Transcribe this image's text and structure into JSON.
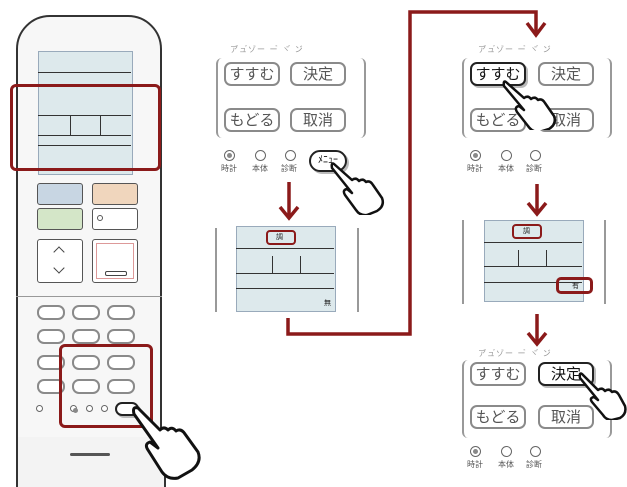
{
  "panel": {
    "btn_next": "すすむ",
    "btn_ok": "決定",
    "btn_back": "もどる",
    "btn_cancel": "取消",
    "lamp_clock": "時計",
    "lamp_unit": "本体",
    "lamp_diag": "診断",
    "menu_label": "ﾒﾆｭｰ"
  },
  "lcd": {
    "top_tag": "調",
    "value_none": "無",
    "value_yes": "有"
  },
  "colors": {
    "highlight": "#8b1a1a",
    "arrow": "#8b1a1a",
    "lcd": "#dde9ec"
  }
}
